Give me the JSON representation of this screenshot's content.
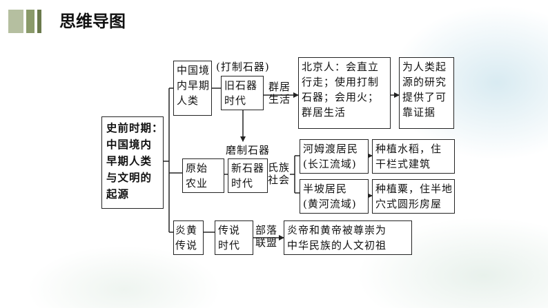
{
  "header": {
    "title": "思维导图"
  },
  "mindmap": {
    "root": "史前时期：\n中国境内\n早期人类\n与文明的\n起源",
    "early_humans": "中国境\n内早期\n人类",
    "chipped_stone_note": "(打制石器)",
    "paleolithic": "旧石器\n时代",
    "group_living": "群居\n生活",
    "peking_man": "北京人：会直立\n行走；使用打制\n石器；会用火；\n群居生活",
    "peking_significance": "为人类起\n源的研究\n提供了可\n靠证据",
    "primitive_agriculture": "原始\n农业",
    "polished_stone_note": "磨制石器",
    "neolithic": "新石器\n时代",
    "clan_society": "氏族\n社会",
    "hemudu": "河姆渡居民\n(长江流域)",
    "hemudu_detail": "种植水稻，住\n干栏式建筑",
    "banpo": "半坡居民\n(黄河流域)",
    "banpo_detail": "种植粟，住半地\n穴式圆形房屋",
    "yanhuang": "炎黄\n传说",
    "legend_era": "传说\n时代",
    "tribal_alliance": "部落\n联盟",
    "yanhuang_detail": "炎帝和黄帝被尊崇为\n中华民族的人文初祖"
  }
}
